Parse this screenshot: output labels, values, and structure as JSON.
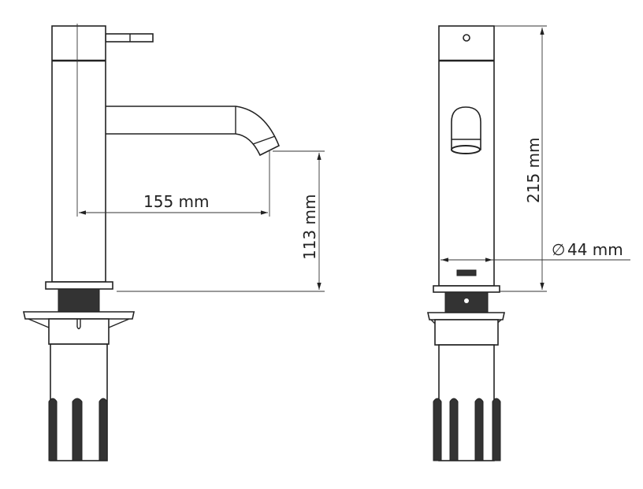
{
  "title": "Faucet technical drawing",
  "dimensions": {
    "reach": "155 mm",
    "spout_height": "113 mm",
    "total_height": "215 mm",
    "diameter": "44 mm",
    "diameter_symbol": "∅"
  },
  "colors": {
    "line": "#222222",
    "background": "#ffffff"
  }
}
